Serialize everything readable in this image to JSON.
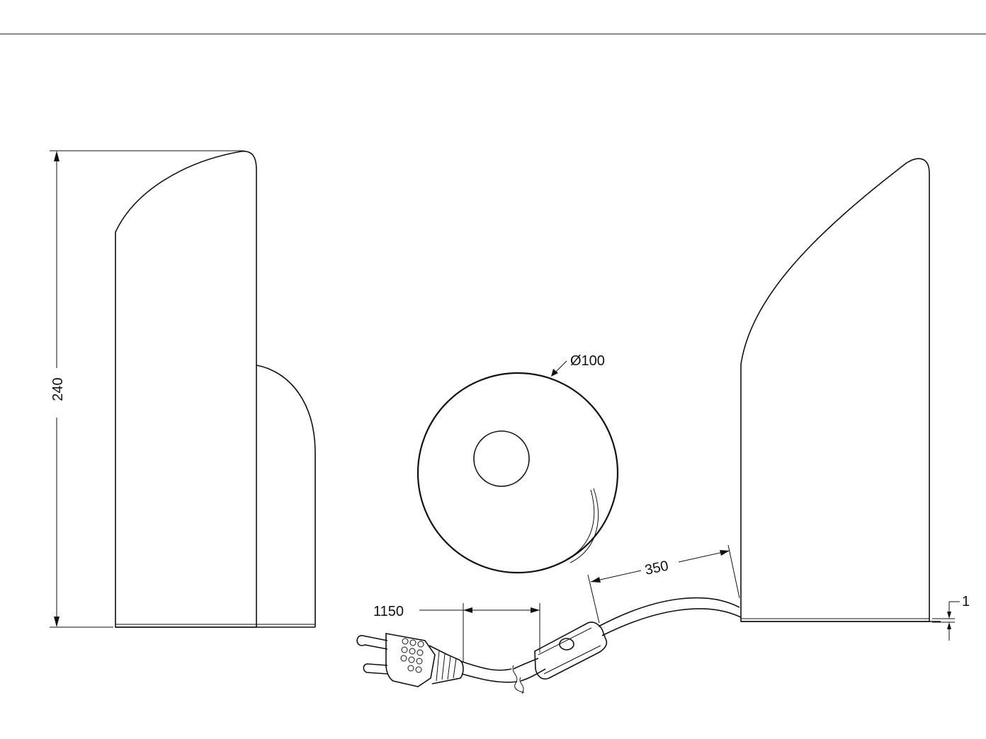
{
  "dimensions": {
    "height": "240",
    "diameter": "Ø100",
    "cable_length": "1150",
    "switch_distance": "350",
    "base_thickness": "1"
  }
}
